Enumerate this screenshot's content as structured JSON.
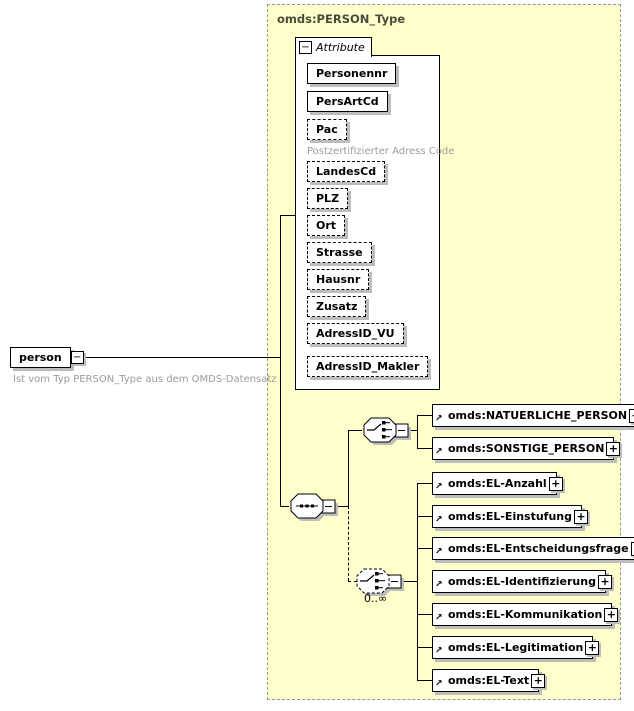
{
  "root": {
    "label": "person",
    "annotation": "Ist vom Typ PERSON_Type aus dem OMDS-Datensatz"
  },
  "type_container": {
    "label": "omds:PERSON_Type"
  },
  "attributes": {
    "label": "Attribute",
    "items": [
      {
        "label": "Personennr",
        "required": true
      },
      {
        "label": "PersArtCd",
        "required": true
      },
      {
        "label": "Pac",
        "required": false,
        "annotation": "Postzertifizierter Adress Code"
      },
      {
        "label": "LandesCd",
        "required": false
      },
      {
        "label": "PLZ",
        "required": false
      },
      {
        "label": "Ort",
        "required": false
      },
      {
        "label": "Strasse",
        "required": false
      },
      {
        "label": "Hausnr",
        "required": false
      },
      {
        "label": "Zusatz",
        "required": false
      },
      {
        "label": "AdressID_VU",
        "required": false
      },
      {
        "label": "AdressID_Makler",
        "required": false
      }
    ]
  },
  "content_model": {
    "sequence": {
      "type": "sequence"
    },
    "person_choice": {
      "type": "choice",
      "elements": [
        {
          "label": "omds:NATUERLICHE_PERSON"
        },
        {
          "label": "omds:SONSTIGE_PERSON"
        }
      ]
    },
    "el_choice": {
      "type": "choice",
      "occurrence": "0..∞",
      "elements": [
        {
          "label": "omds:EL-Anzahl"
        },
        {
          "label": "omds:EL-Einstufung"
        },
        {
          "label": "omds:EL-Entscheidungsfrage"
        },
        {
          "label": "omds:EL-Identifizierung"
        },
        {
          "label": "omds:EL-Kommunikation"
        },
        {
          "label": "omds:EL-Legitimation"
        },
        {
          "label": "omds:EL-Text"
        }
      ]
    }
  },
  "icons": {
    "minus": "−",
    "plus": "+",
    "reference_arrow": "↗"
  },
  "colors": {
    "container_bg": "#ffffcc",
    "container_border": "#979797",
    "type_label": "#4b4b3d",
    "annotation": "#9c9c9c",
    "box_border": "#000000",
    "shadow": "#bdbdbd"
  }
}
